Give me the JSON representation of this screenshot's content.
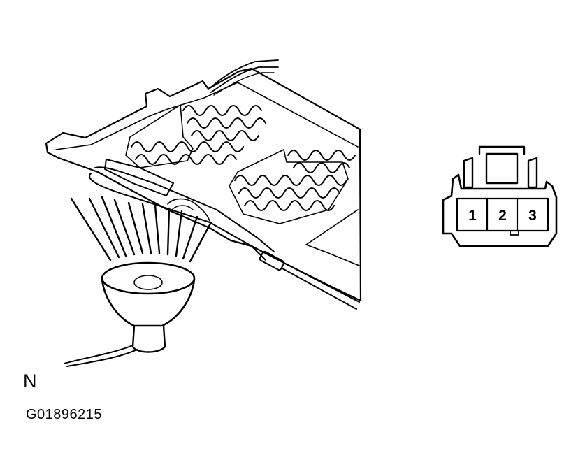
{
  "diagram": {
    "view_letter": "N",
    "figure_code": "G01896215",
    "connector_pins": [
      "1",
      "2",
      "3"
    ]
  },
  "colors": {
    "line": "#000000",
    "background": "#ffffff"
  }
}
